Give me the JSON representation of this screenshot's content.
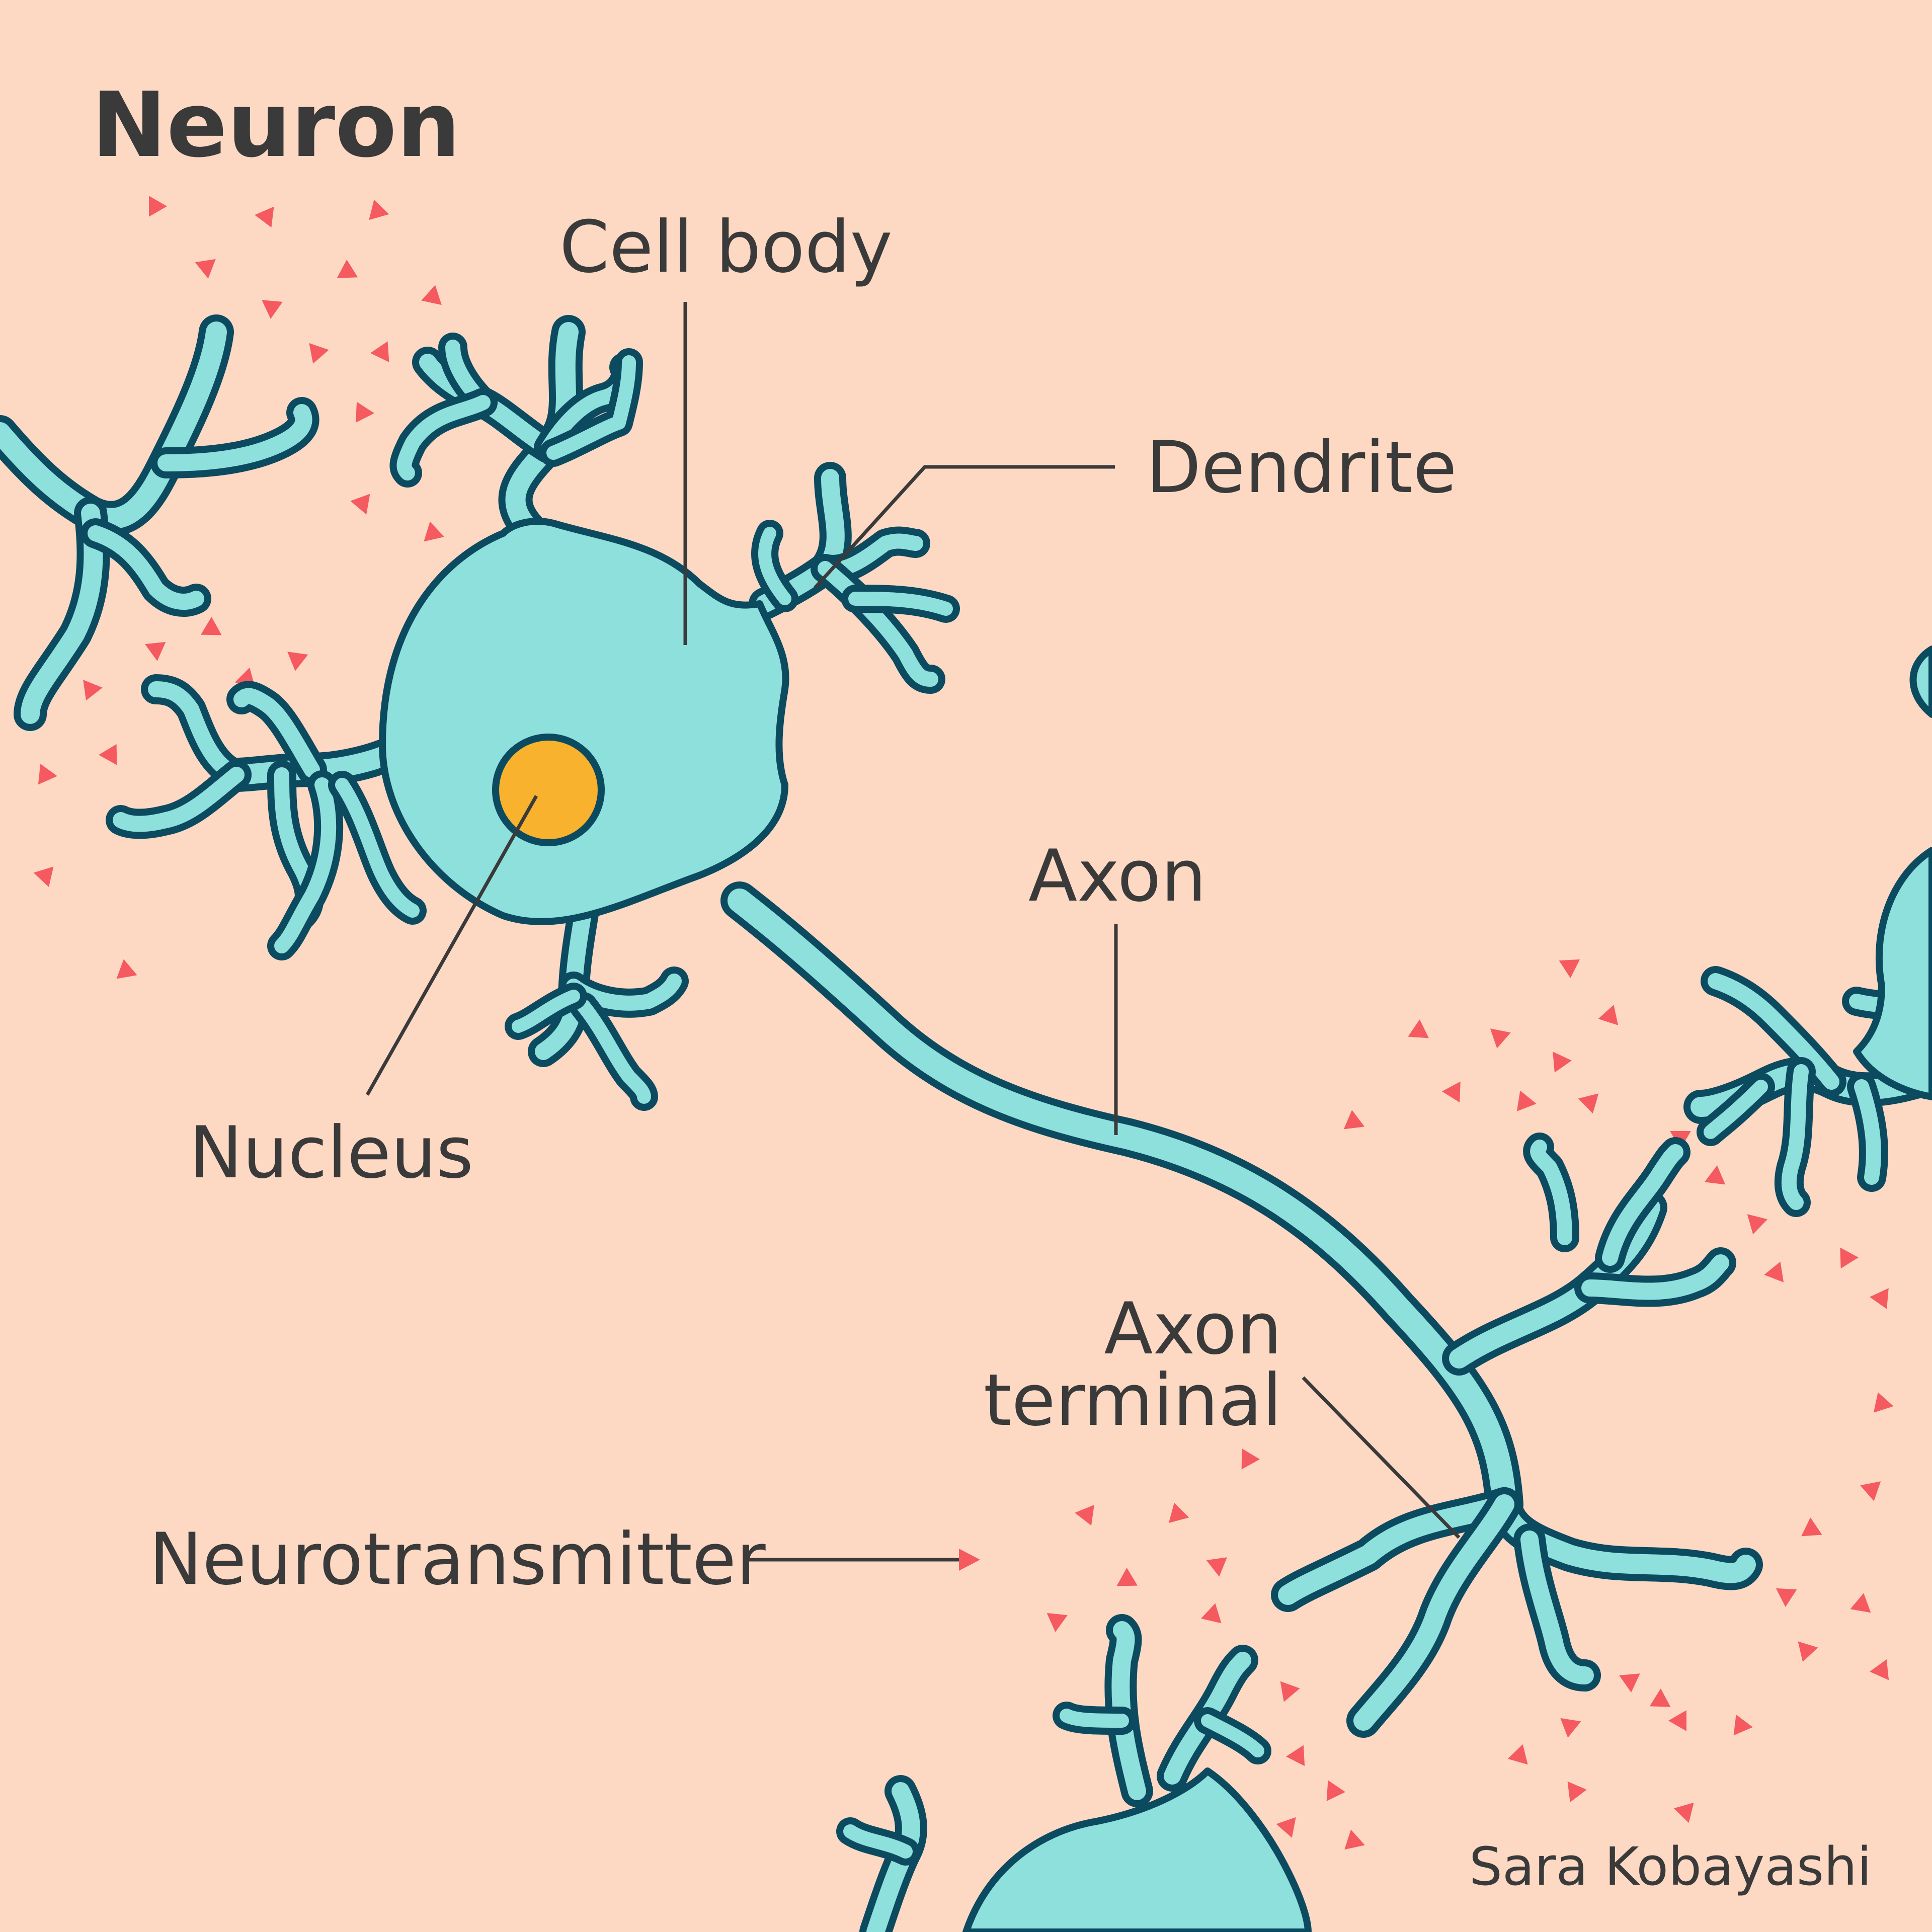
{
  "title": "Neuron",
  "labels": {
    "cell_body": "Cell body",
    "dendrite": "Dendrite",
    "axon": "Axon",
    "nucleus": "Nucleus",
    "axon_terminal_line1": "Axon",
    "axon_terminal_line2": "terminal",
    "neurotransmitter": "Neurotransmitter"
  },
  "credit": "Sara Kobayashi",
  "colors": {
    "background": "#fdd9c4",
    "cell_fill": "#8ee0dd",
    "cell_outline": "#0c4a60",
    "nucleus": "#f8b22d",
    "neurotransmitter": "#f45a5f",
    "label_text": "#3a3a3a"
  }
}
